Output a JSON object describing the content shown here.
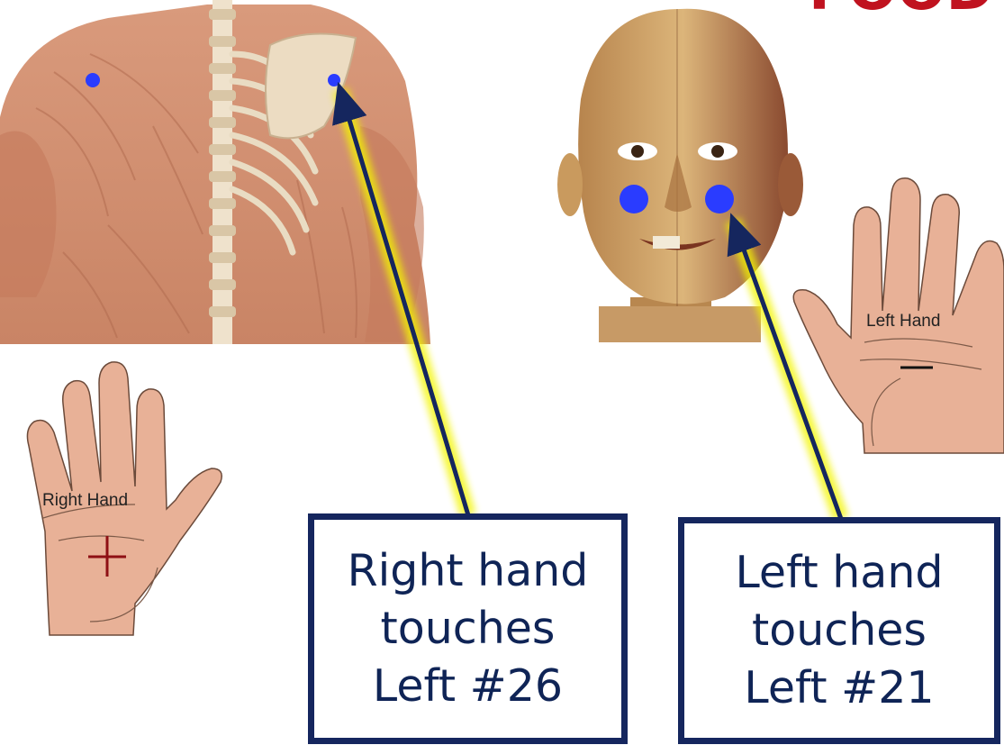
{
  "title": {
    "text": "FOOD",
    "color": "#c0121f"
  },
  "colors": {
    "acupoint": "#2a3cff",
    "arrow": "#15265e",
    "glow": "#f3f500",
    "skin": "#e8b197",
    "callout_border": "#15265e",
    "callout_text": "#0f2456",
    "plus_sign": "#8e1014"
  },
  "hands": {
    "right": {
      "label": "Right Hand",
      "sign": "+"
    },
    "left": {
      "label": "Left Hand",
      "sign": "—"
    }
  },
  "callouts": [
    {
      "lines": [
        "Right hand",
        "touches",
        "Left #26"
      ]
    },
    {
      "lines": [
        "Left hand",
        "touches",
        "Left #21"
      ]
    }
  ],
  "figures": {
    "back": "back-muscle-skeleton-illustration",
    "head": "head-face-skull-illustration"
  }
}
